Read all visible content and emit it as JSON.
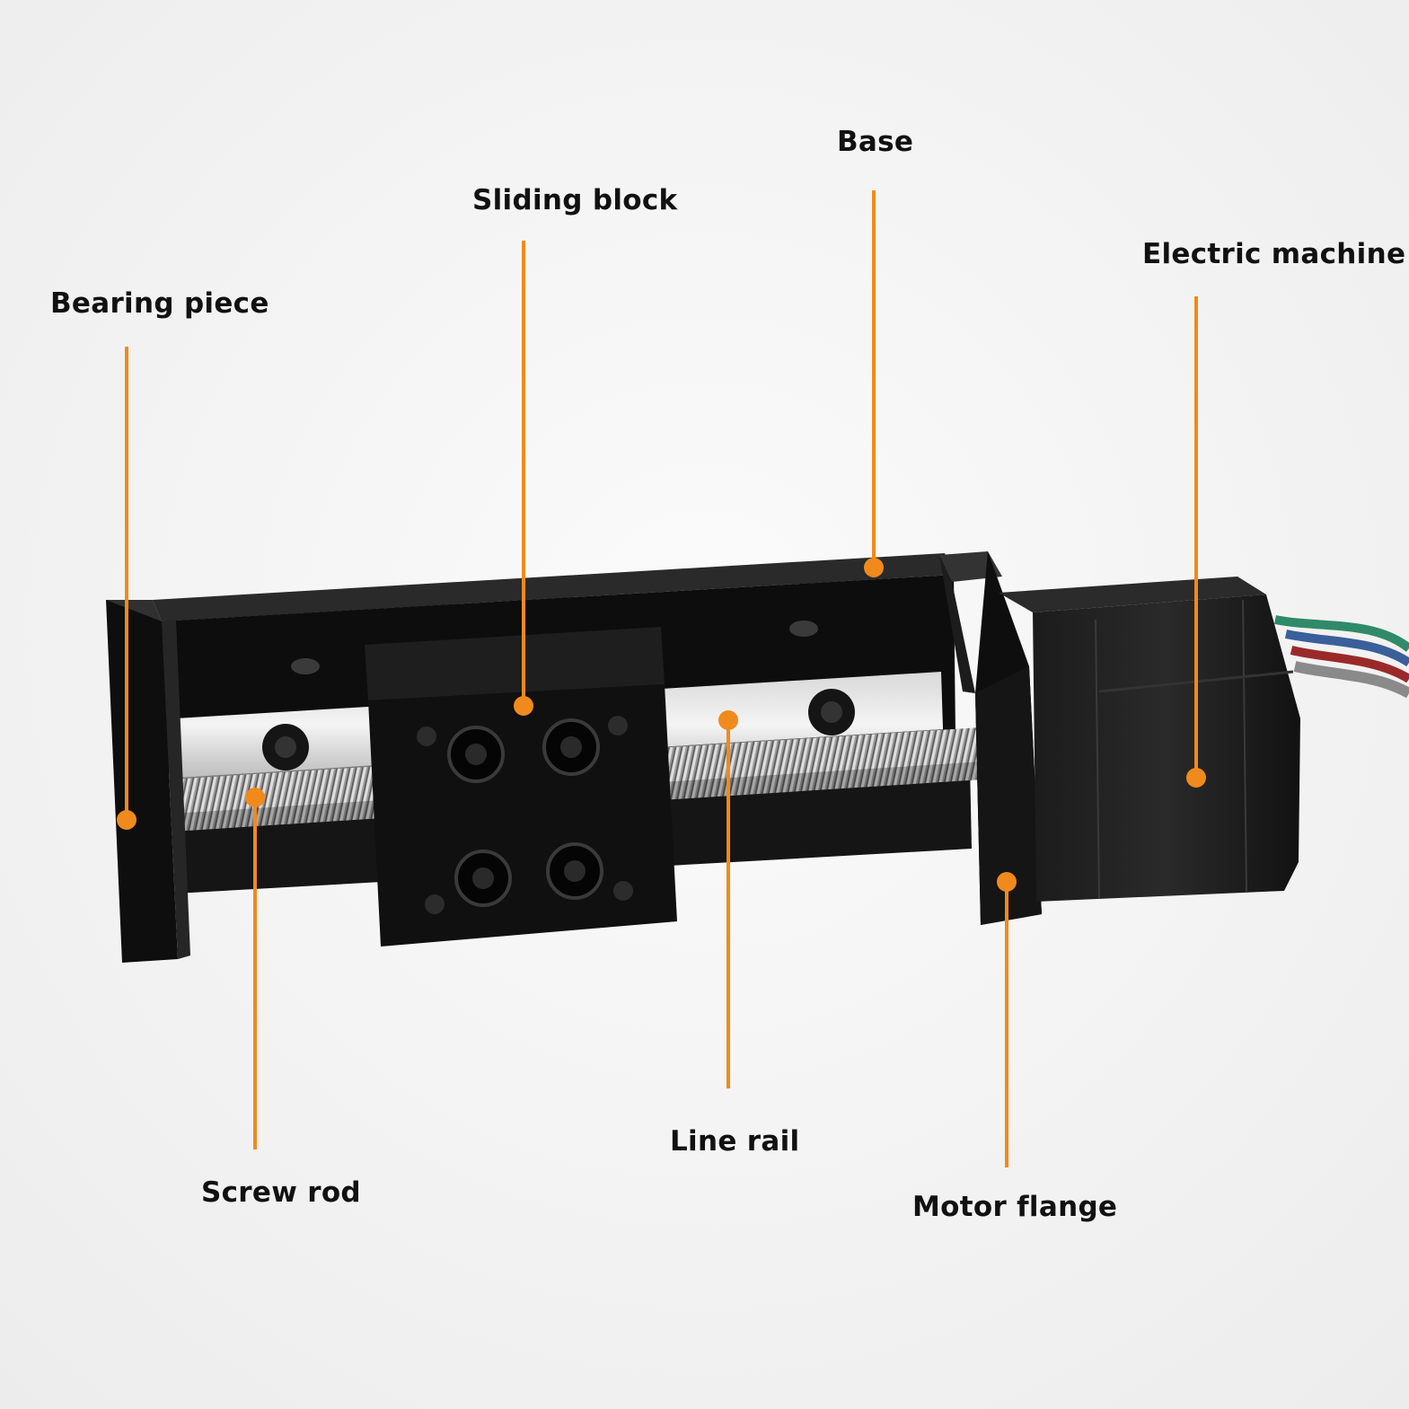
{
  "colors": {
    "background": "#f3f3f3",
    "leader": "#f08a1c",
    "body": "#141414",
    "label_text": "#111111"
  },
  "labels": {
    "base": "Base",
    "sliding_block": "Sliding block",
    "electric_machine": "Electric machine",
    "bearing_piece": "Bearing piece",
    "line_rail": "Line rail",
    "screw_rod": "Screw rod",
    "motor_flange": "Motor flange"
  }
}
